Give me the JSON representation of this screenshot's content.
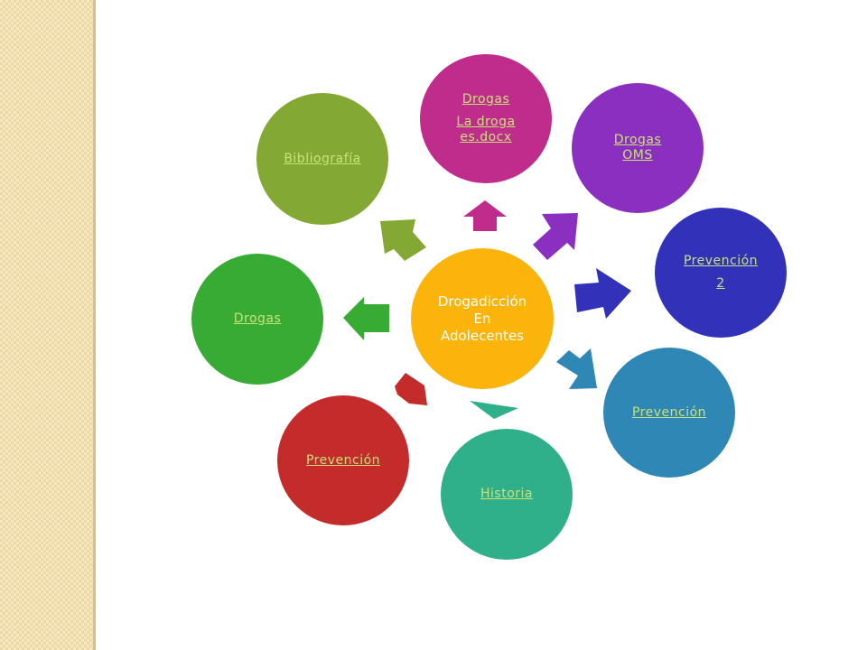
{
  "center": {
    "label": "Drogadicción\nEn\nAdolecentes",
    "color": "#fbb40b"
  },
  "nodes": [
    {
      "id": "drogas-top",
      "lines": [
        "Drogas",
        "La droga es.docx"
      ],
      "color": "#bf2c8c"
    },
    {
      "id": "drogas-oms",
      "lines": [
        "Drogas OMS"
      ],
      "color": "#8b2fc1"
    },
    {
      "id": "prevencion-2",
      "lines": [
        "Prevención",
        "2"
      ],
      "color": "#3131b9"
    },
    {
      "id": "prevencion-right",
      "lines": [
        "Prevención"
      ],
      "color": "#2f87b6"
    },
    {
      "id": "historia",
      "lines": [
        "Historia"
      ],
      "color": "#30b08a"
    },
    {
      "id": "prevencion-left",
      "lines": [
        "Prevención"
      ],
      "color": "#c42b2b"
    },
    {
      "id": "drogas-left",
      "lines": [
        "Drogas"
      ],
      "color": "#38ab34"
    },
    {
      "id": "bibliografia",
      "lines": [
        "Bibliografía"
      ],
      "color": "#84a834"
    }
  ],
  "link_color": "#c8e27a"
}
